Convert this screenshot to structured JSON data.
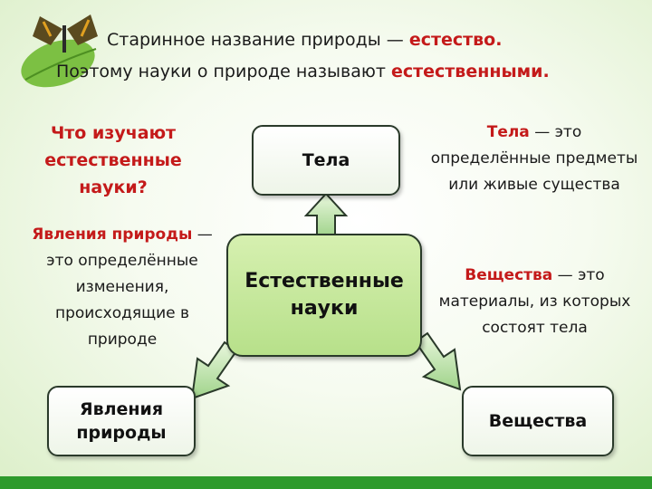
{
  "header": {
    "line1_prefix": "Старинное название природы — ",
    "line1_accent": "естество.",
    "line2_prefix": "Поэтому науки о природе называют ",
    "line2_accent": "естественными."
  },
  "question": "Что изучают естественные науки?",
  "bodies_def": {
    "term": "Тела",
    "rest": " — это определённые предметы или живые существа"
  },
  "phenomena_def": {
    "term": "Явления природы",
    "rest": " — это определённые изменения, происходящие в природе"
  },
  "substances_def": {
    "term": "Вещества",
    "rest": " — это материалы, из которых состоят тела"
  },
  "boxes": {
    "bodies": "Тела",
    "center": "Естественные науки",
    "phenomena": "Явления природы",
    "substances": "Вещества"
  },
  "colors": {
    "accent": "#c41a1a",
    "center_fill": "#c6e89e",
    "bottom_bar": "#2e9a2c"
  }
}
